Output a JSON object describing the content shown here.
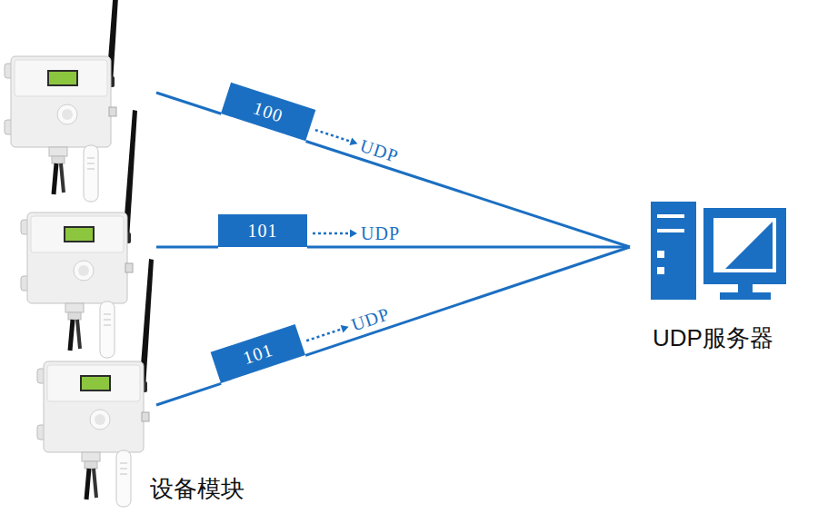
{
  "diagram": {
    "nodes": [
      {
        "text": [
          "100"
        ]
      },
      {
        "text": [
          "101"
        ]
      },
      {
        "text": [
          "101"
        ]
      },
      {
        "text": [
          "UDP服务器"
        ]
      }
    ],
    "edges": [
      {
        "from": 0,
        "to": 3,
        "arrow": "none"
      },
      {
        "from": 1,
        "to": 3,
        "arrow": "none"
      },
      {
        "from": 2,
        "to": 3,
        "arrow": "none"
      }
    ],
    "labels": [
      "UDP",
      "UDP",
      "UDP",
      "设备模块"
    ]
  }
}
